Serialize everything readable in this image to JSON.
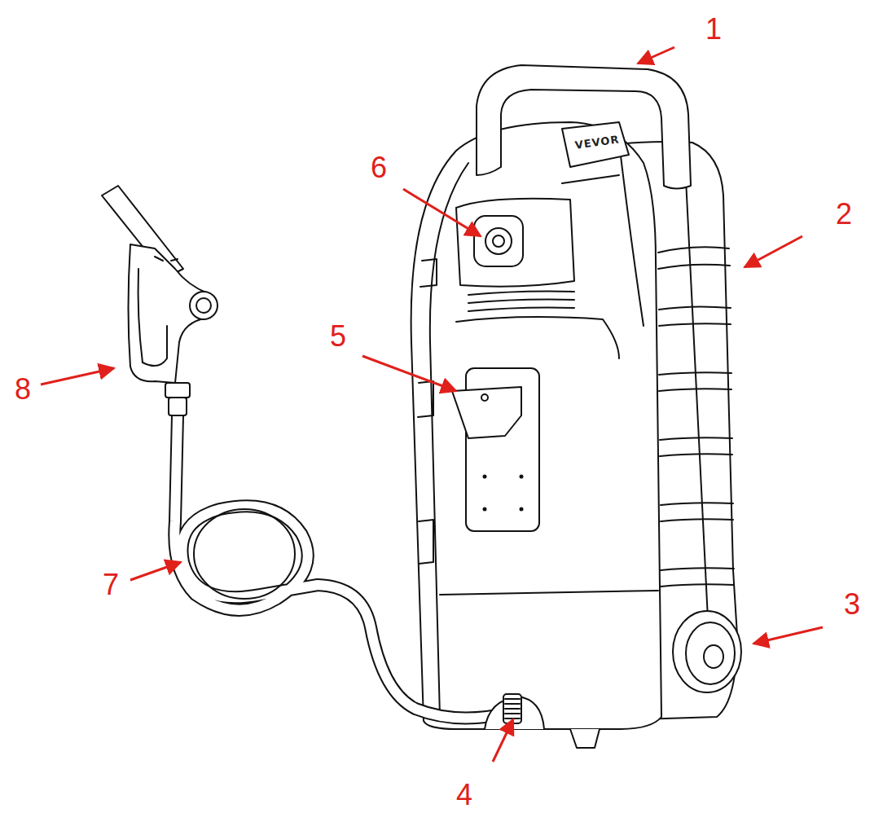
{
  "diagram": {
    "labels": [
      "1",
      "2",
      "3",
      "4",
      "5",
      "6",
      "7",
      "8",
      "VEVOR"
    ]
  }
}
